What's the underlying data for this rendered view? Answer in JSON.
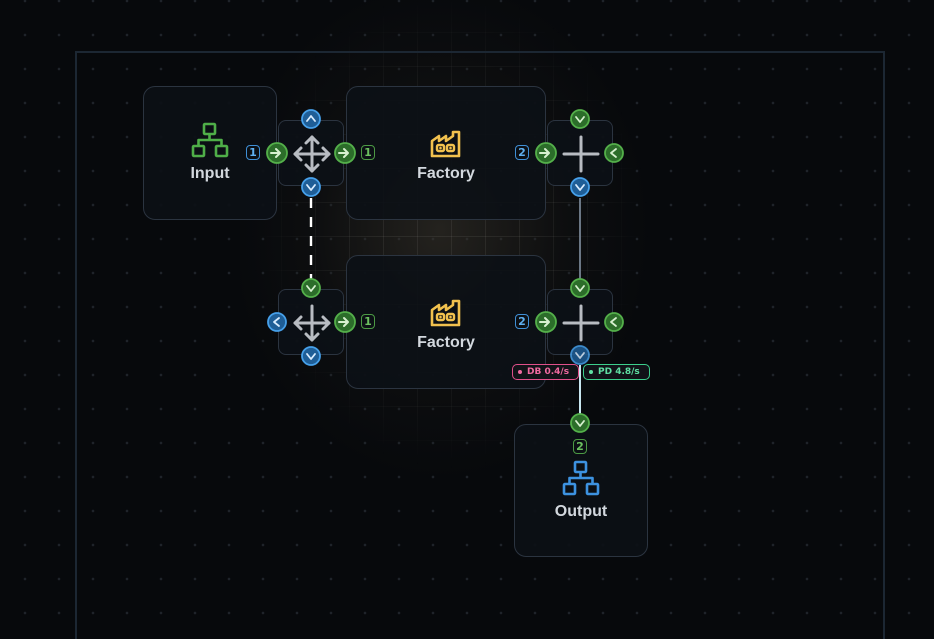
{
  "nodes": {
    "input": {
      "label": "Input",
      "icon": "hierarchy-icon",
      "color": "#4fae48"
    },
    "factory_top": {
      "label": "Factory",
      "icon": "factory-icon",
      "color": "#f2c14e"
    },
    "factory_bottom": {
      "label": "Factory",
      "icon": "factory-icon",
      "color": "#f2c14e"
    },
    "output": {
      "label": "Output",
      "icon": "hierarchy-icon",
      "color": "#3d92e0"
    }
  },
  "port_counts": {
    "input_out": "1",
    "factory_top_in": "1",
    "factory_top_out": "2",
    "factory_bottom_in": "1",
    "factory_bottom_out": "2",
    "output_in": "2"
  },
  "badges": {
    "db": "DB 0.4/s",
    "pd": "PD 4.8/s"
  },
  "colors": {
    "port_blue": "#3a8fd8",
    "port_green": "#4c9a44",
    "db_pink": "#e0508a",
    "pd_green": "#3ccf8c",
    "splitter_gray": "#b8bcc2"
  }
}
